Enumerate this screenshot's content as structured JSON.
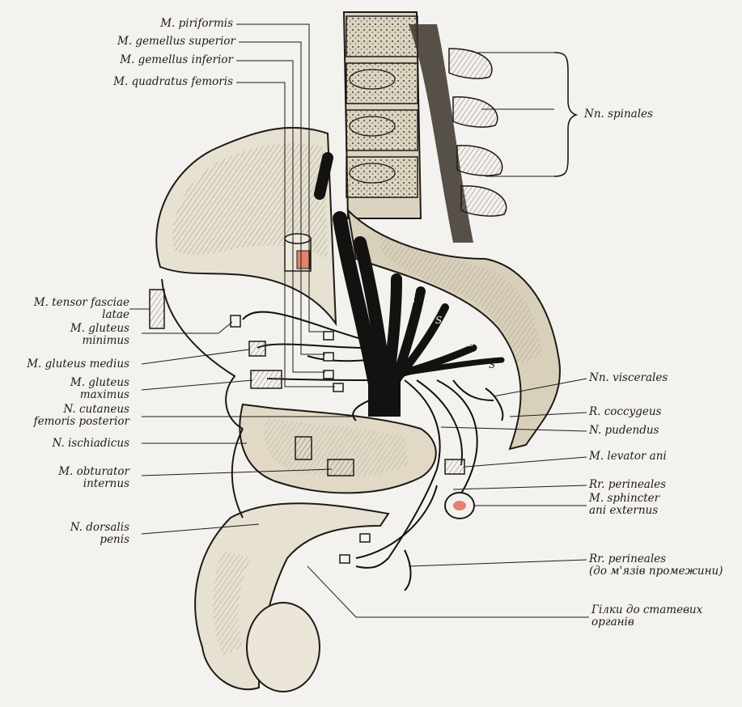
{
  "labels": {
    "piriformis": "M. piriformis",
    "gemellus_superior": "M. gemellus superior",
    "gemellus_inferior": "M. gemellus inferior",
    "quadratus_femoris": "M. quadratus femoris",
    "nn_spinales": "Nn. spinales",
    "tensor_fasciae_latae_1": "M. tensor fasciae",
    "tensor_fasciae_latae_2": "latae",
    "gluteus_minimus_1": "M. gluteus",
    "gluteus_minimus_2": "minimus",
    "gluteus_medius": "M. gluteus medius",
    "gluteus_maximus_1": "M. gluteus",
    "gluteus_maximus_2": "maximus",
    "cutaneus_femoris_1": "N. cutaneus",
    "cutaneus_femoris_2": "femoris posterior",
    "ischiadicus": "N. ischiadicus",
    "obturator_internus_1": "M. obturator",
    "obturator_internus_2": "internus",
    "dorsalis_penis_1": "N. dorsalis",
    "dorsalis_penis_2": "penis",
    "nn_viscerales": "Nn. viscerales",
    "r_coccygeus": "R. coccygeus",
    "n_pudendus": "N. pudendus",
    "levator_ani": "M. levator ani",
    "rr_perineales": "Rr. perineales",
    "sphincter_1": "M. sphincter",
    "sphincter_2": "ani externus",
    "rr_perineales_2_1": "Rr. perineales",
    "rr_perineales_2_2": "(до м'язів промежини)",
    "genital_branches_1": "Гілки до статевих",
    "genital_branches_2": "органів"
  },
  "sacral_marks": [
    "S",
    "S",
    "S",
    "S"
  ],
  "colors": {
    "ink": "#1d1a18",
    "bone_fill": "#e3dccb",
    "bone_hatch": "#8d8878",
    "nerve": "#141210",
    "highlight": "#e2816c"
  }
}
